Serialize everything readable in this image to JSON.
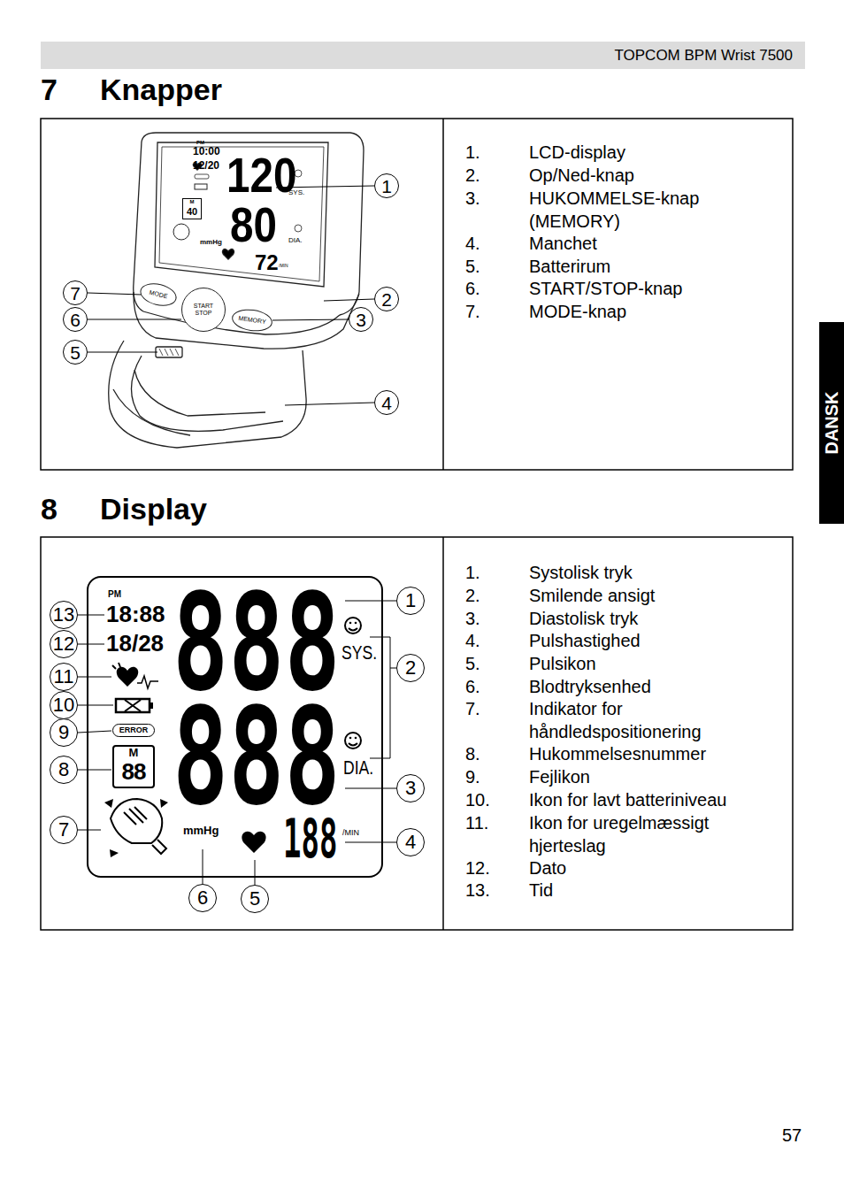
{
  "diagram": {
    "nodes": [
      {
        "text": [
          "TOPCOM BPM Wrist 7500"
        ]
      },
      {
        "text": [
          "1.",
          "LCD-display",
          "2.",
          "Op/Ned-knap",
          "3.",
          "HUKOMMELSE-knap (MEMORY)",
          "4.",
          "Manchet",
          "5.",
          "Batterirum",
          "6.",
          "START/STOP-knap",
          "7.",
          "MODE-knap"
        ]
      },
      {
        "text": [
          "DANSK"
        ]
      },
      {
        "text": [
          "1"
        ]
      },
      {
        "text": [
          "7"
        ]
      },
      {
        "text": [
          "2"
        ]
      },
      {
        "text": [
          "6"
        ]
      },
      {
        "text": [
          "3"
        ]
      },
      {
        "text": [
          "5"
        ]
      },
      {
        "text": [
          "4"
        ]
      },
      {
        "text": [
          "MODE"
        ]
      },
      {
        "text": [
          "START STOP"
        ]
      },
      {
        "text": [
          "MEMORY"
        ]
      },
      {
        "text": [
          "M",
          "40"
        ]
      },
      {
        "text": [
          "1.",
          "Systolisk tryk",
          "2.",
          "Smilende ansigt",
          "3.",
          "Diastolisk tryk",
          "4.",
          "Pulshastighed",
          "5.",
          "Pulsikon",
          "6.",
          "Blodtryksenhed",
          "7.",
          "Indikator for håndledspositionering",
          "8.",
          "Hukommelsesnummer",
          "9.",
          "Fejlikon",
          "10.",
          "Ikon for lavt batteriniveau",
          "11.",
          "Ikon for uregelmæssigt hjerteslag",
          "12.",
          "Dato",
          "13.",
          "Tid"
        ]
      },
      {
        "text": [
          "1"
        ]
      },
      {
        "text": [
          "13"
        ]
      },
      {
        "text": [
          "12"
        ]
      },
      {
        "text": [
          "2"
        ]
      },
      {
        "text": [
          "11"
        ]
      },
      {
        "text": [
          "10"
        ]
      },
      {
        "text": [
          "9"
        ]
      },
      {
        "text": [
          "8"
        ]
      },
      {
        "text": [
          "3"
        ]
      },
      {
        "text": [
          "7"
        ]
      },
      {
        "text": [
          "4"
        ]
      },
      {
        "text": [
          "6"
        ]
      },
      {
        "text": [
          "5"
        ]
      },
      {
        "text": [
          "ERROR"
        ]
      },
      {
        "text": [
          "M",
          "88"
        ]
      }
    ],
    "labels": [
      "7",
      "Knapper",
      "PM",
      "10:00",
      "12/20",
      "120",
      "SYS.",
      "80",
      "DIA.",
      "mmHg",
      "72",
      "/MIN",
      "8",
      "Display",
      "PM",
      "18:88",
      "18/28",
      "888",
      "SYS.",
      "888",
      "DIA.",
      "mmHg",
      "188",
      "/MIN",
      "57"
    ]
  }
}
